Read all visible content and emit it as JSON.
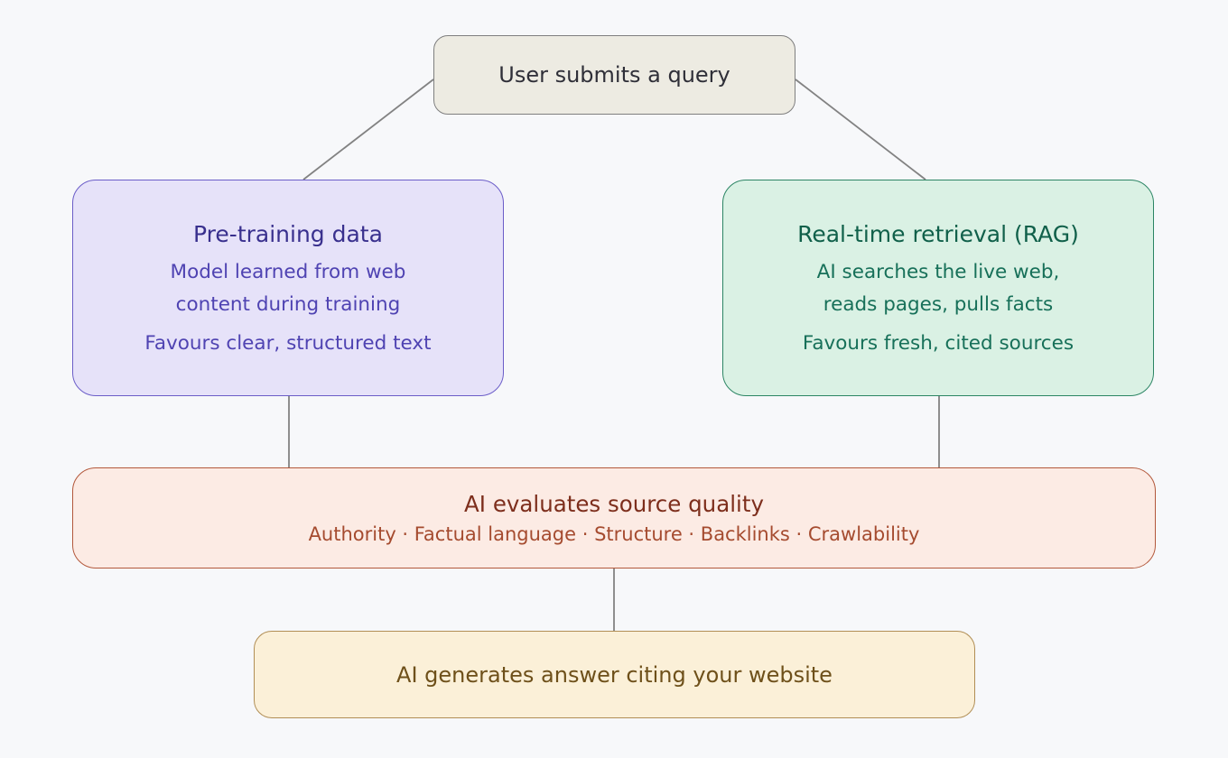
{
  "diagram": {
    "background_color": "#f7f8fa",
    "connector_color": "#828282",
    "nodes": {
      "query": {
        "label": "User submits a query",
        "bg": "#edebe2",
        "border": "#7f7f7f",
        "text_color": "#2f2f38"
      },
      "pretraining": {
        "title": "Pre-training data",
        "body": "Model learned from web\ncontent during training",
        "note": "Favours clear, structured text",
        "bg": "#e6e2f9",
        "border": "#6b5dc8",
        "title_color": "#39308e",
        "body_color": "#4f43b2"
      },
      "retrieval": {
        "title": "Real-time retrieval (RAG)",
        "body": "AI searches the live web,\nreads pages, pulls facts",
        "note": "Favours fresh, cited sources",
        "bg": "#daf1e4",
        "border": "#2c8564",
        "title_color": "#10604a",
        "body_color": "#177059"
      },
      "evaluate": {
        "title": "AI evaluates source quality",
        "subtitle": "Authority · Factual language · Structure · Backlinks · Crawlability",
        "bg": "#fcebe4",
        "border": "#b3583b",
        "title_color": "#7d2e1c",
        "subtitle_color": "#a54b2f"
      },
      "answer": {
        "label": "AI generates answer citing your website",
        "bg": "#fbf0d8",
        "border": "#b18e55",
        "text_color": "#6e501a"
      }
    },
    "edges": [
      {
        "from": "query",
        "to": "pretraining"
      },
      {
        "from": "query",
        "to": "retrieval"
      },
      {
        "from": "pretraining",
        "to": "evaluate"
      },
      {
        "from": "retrieval",
        "to": "evaluate"
      },
      {
        "from": "evaluate",
        "to": "answer"
      }
    ]
  }
}
